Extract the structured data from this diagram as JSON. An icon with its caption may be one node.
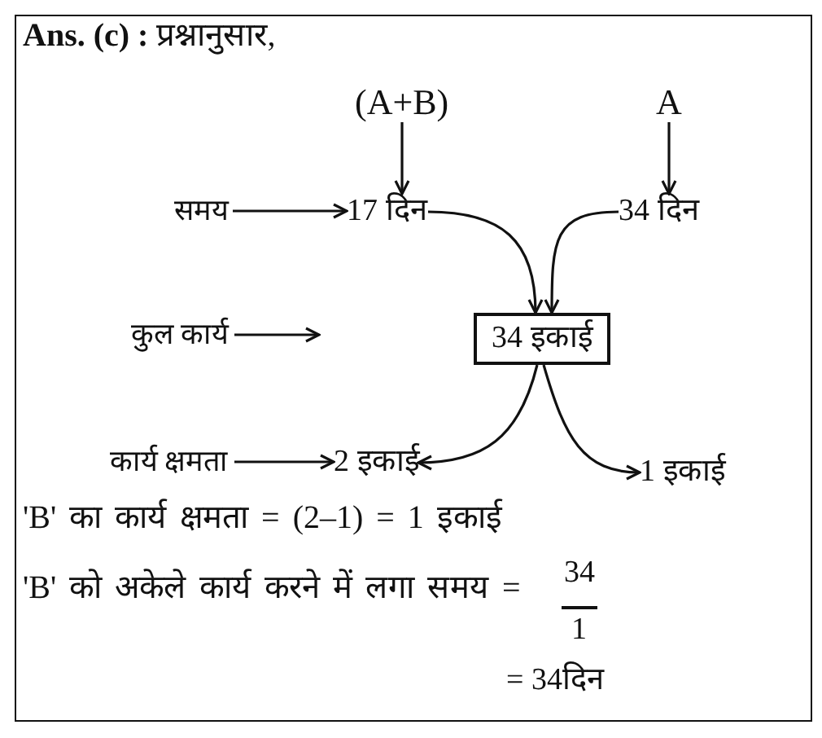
{
  "diagram": {
    "title": "**Ans. (c) :** प्रश्नानुसार,",
    "nodes": [
      {
        "text": [
          "(A+B)"
        ]
      },
      {
        "text": [
          "A"
        ]
      },
      {
        "text": [
          "समय"
        ]
      },
      {
        "text": [
          "17 दिन"
        ]
      },
      {
        "text": [
          "34 दिन"
        ]
      },
      {
        "text": [
          "कुल कार्य"
        ]
      },
      {
        "text": [
          "34 इकाई"
        ]
      },
      {
        "text": [
          "कार्य क्षमता"
        ]
      },
      {
        "text": [
          "2 इकाई"
        ]
      },
      {
        "text": [
          "1 इकाई"
        ]
      }
    ],
    "edges": [
      {
        "from": 0,
        "to": 3,
        "arrow": "to"
      },
      {
        "from": 1,
        "to": 4,
        "arrow": "to"
      },
      {
        "from": 2,
        "to": 3,
        "arrow": "to"
      },
      {
        "from": 3,
        "to": 6,
        "arrow": "to"
      },
      {
        "from": 4,
        "to": 6,
        "arrow": "to"
      },
      {
        "from": 5,
        "to": null,
        "arrow": "to"
      },
      {
        "from": 6,
        "to": 8,
        "arrow": "to"
      },
      {
        "from": 6,
        "to": 9,
        "arrow": "to"
      },
      {
        "from": 7,
        "to": 8,
        "arrow": "to"
      }
    ],
    "labels": [
      "'B' का कार्य क्षमता = (2–1) = 1 इकाई",
      "'B' को अकेले कार्य करने में लगा समय =",
      "34",
      "1",
      "= 34दिन"
    ]
  }
}
